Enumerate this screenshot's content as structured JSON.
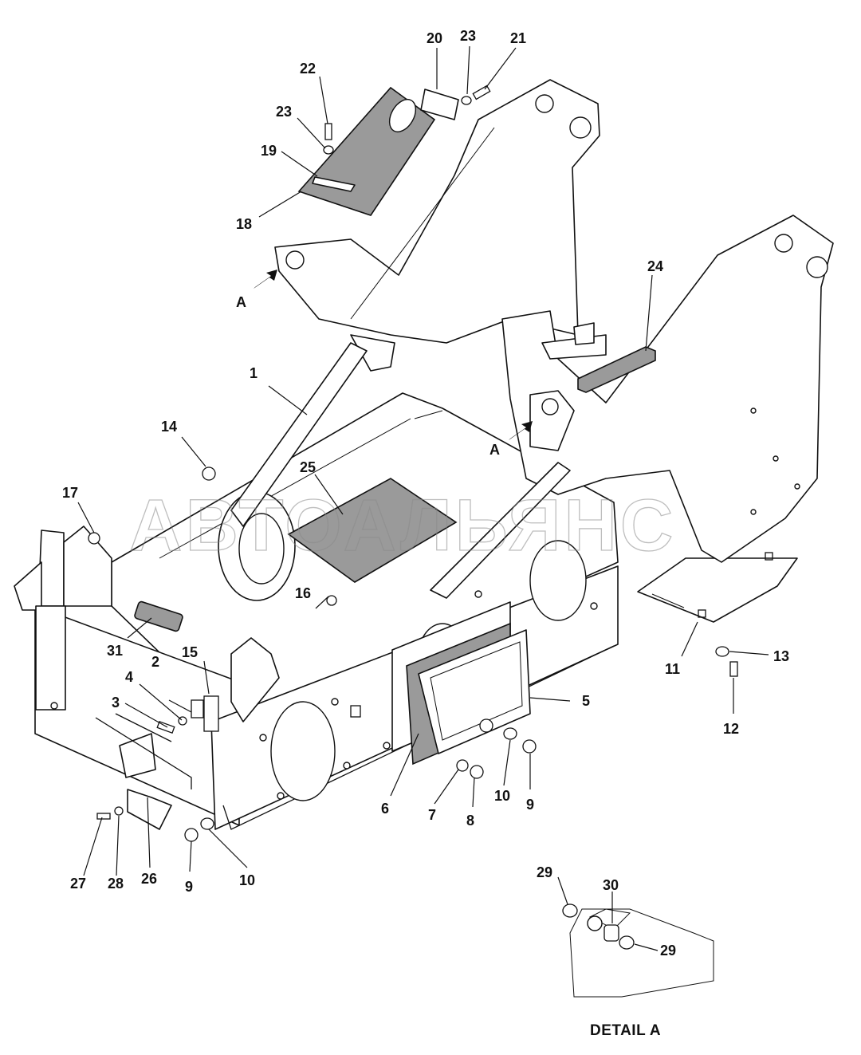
{
  "watermark": "АВТОАЛЬЯНС",
  "detail_title": "DETAIL A",
  "view_markers": [
    "A",
    "A"
  ],
  "callouts": {
    "c1": "1",
    "c2": "2",
    "c3": "3",
    "c4": "4",
    "c5": "5",
    "c6": "6",
    "c7": "7",
    "c8": "8",
    "c9a": "9",
    "c9b": "9",
    "c10a": "10",
    "c10b": "10",
    "c11": "11",
    "c12": "12",
    "c13": "13",
    "c14": "14",
    "c15": "15",
    "c16": "16",
    "c17": "17",
    "c18": "18",
    "c19": "19",
    "c20": "20",
    "c21": "21",
    "c22": "22",
    "c23a": "23",
    "c23b": "23",
    "c24": "24",
    "c25": "25",
    "c26": "26",
    "c27": "27",
    "c28": "28",
    "c29a": "29",
    "c29b": "29",
    "c30": "30",
    "c31": "31"
  }
}
